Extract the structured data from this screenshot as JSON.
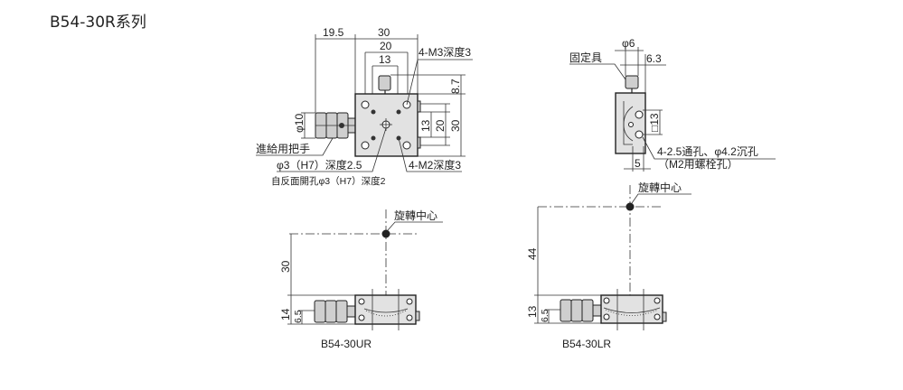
{
  "title": "B54-30R系列",
  "top_view": {
    "dims": {
      "d19_5": "19.5",
      "d30": "30",
      "d20": "20",
      "d13": "13",
      "d8_7": "8.7",
      "v13": "13",
      "v20": "20",
      "v30": "30",
      "phi10": "φ10"
    },
    "labels": {
      "m3": "4-M3深度3",
      "handle": "進給用把手",
      "pin_hole": "φ3（H7）深度2.5",
      "back_hole": "自反面開孔φ3（H7）深度2",
      "m2": "4-M2深度3"
    }
  },
  "side_view": {
    "dims": {
      "phi6": "φ6",
      "d6_3": "6.3",
      "sq13": "□13",
      "d5": "5"
    },
    "labels": {
      "fixture": "固定具",
      "holes": "4-2.5通孔、φ4.2沉孔",
      "holes_note": "（M2用螺栓孔）"
    }
  },
  "ur_view": {
    "dims": {
      "h30": "30",
      "h14": "14",
      "h6_5": "6.5"
    },
    "center_label": "旋轉中心",
    "model": "B54-30UR"
  },
  "lr_view": {
    "dims": {
      "h44": "44",
      "h13": "13",
      "h6_5": "6.5"
    },
    "center_label": "旋轉中心",
    "model": "B54-30LR"
  }
}
